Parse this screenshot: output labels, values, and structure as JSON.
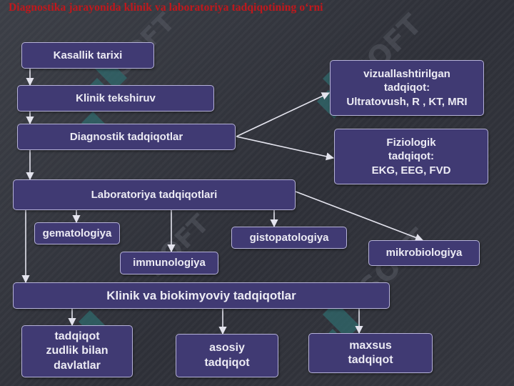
{
  "slide": {
    "title": "Diagnostika jarayonida klinik va laboratoriya tadqiqotining o‘rni",
    "watermark": "SOFT"
  },
  "colors": {
    "title": "#c0181c",
    "box_fill": "#403a73",
    "box_border": "#b6b2d8",
    "box_text": "#ecebf4",
    "connector": "#e4e4ee",
    "watermark": "#2f6f72"
  },
  "diagram": {
    "nodes": {
      "kasallik_tarixi": "Kasallik tarixi",
      "klinik_tekshiruv": "Klinik tekshiruv",
      "diagnostik_tadqiqotlar": "Diagnostik tadqiqotlar",
      "vizual": "vizuallashtirilgan\ntadqiqot:\nUltratovush, R , KT, MRI",
      "fiziologik": "Fiziologik\ntadqiqot:\nEKG, EEG, FVD",
      "laboratoriya": "Laboratoriya tadqiqotlari",
      "gematologiya": "gematologiya",
      "immunologiya": "immunologiya",
      "gistopatologiya": "gistopatologiya",
      "mikrobiologiya": "mikrobiologiya",
      "klinik_biokimyoviy": "Klinik va biokimyoviy tadqiqotlar",
      "zudlik": "tadqiqot\nzudlik bilan\ndavlatlar",
      "asosiy": "asosiy\ntadqiqot",
      "maxsus": "maxsus\ntadqiqot"
    }
  }
}
